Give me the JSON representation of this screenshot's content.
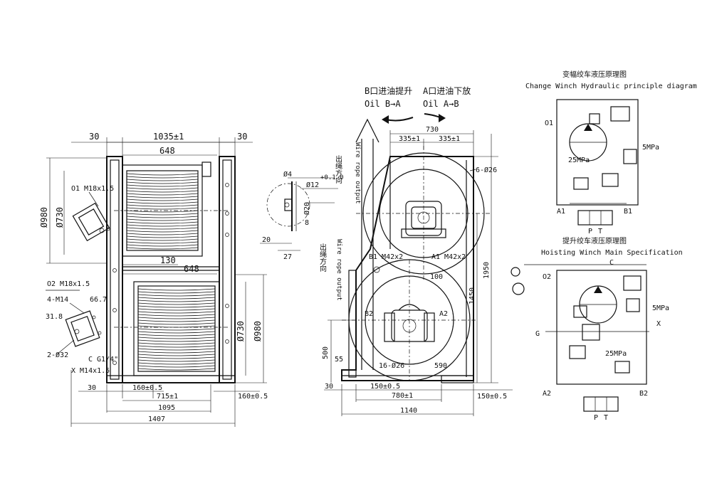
{
  "left_view": {
    "dim_top_width": "1035±1",
    "dim_side_left": "30",
    "dim_side_right": "30",
    "drum_width_top": "648",
    "drum_width_bottom": "648",
    "offset_130": "130",
    "dia_980_top": "Ø980",
    "dia_730_top": "Ø730",
    "dia_730_bottom": "Ø730",
    "dia_980_bottom": "Ø980",
    "port_o1": "O1 M18x1.5",
    "port_o2": "O2 M18x1.5",
    "bolt_4m14": "4-M14",
    "dim_66_7": "66.7",
    "dim_31_8": "31.8",
    "holes_2_32": "2-Ø32",
    "port_c": "C G1/4\"",
    "port_x": "X M14x1.5",
    "base_30": "30",
    "base_160_left": "160±0.5",
    "base_715": "715±1",
    "base_1095": "1095",
    "base_1407": "1407",
    "base_160_right": "160±0.5"
  },
  "detail_view": {
    "phi4": "Ø4",
    "phi12": "Ø12",
    "tol_12": "+0.1 0",
    "phi20": "Ø20",
    "d8": "8",
    "d20": "20",
    "d27": "27"
  },
  "side_view": {
    "arrow_b_cn": "B口进油提升",
    "arrow_b_en": "Oil B→A",
    "arrow_a_cn": "A口进油下放",
    "arrow_a_en": "Oil A→B",
    "rope_top_cn": "出绳方向",
    "rope_top_en": "Wire rope output",
    "rope_mid_cn": "出绳方向",
    "rope_mid_en": "Wire rope output",
    "dim_730": "730",
    "dim_335_left": "335±1",
    "dim_335_right": "335±1",
    "holes_6_26": "6-Ø26",
    "port_b1": "B1 M42x2",
    "port_a1": "A1 M42x2",
    "dim_100": "100",
    "port_b2": "B2",
    "port_a2": "A2",
    "dim_1950": "1950",
    "dim_1450": "1450",
    "dim_500": "500",
    "dim_55": "55",
    "holes_16_26": "16-Ø26",
    "dim_590": "590",
    "dim_30": "30",
    "dim_150_left": "150±0.5",
    "dim_780": "780±1",
    "dim_150_right": "150±0.5",
    "dim_1140": "1140"
  },
  "hydraulic_top": {
    "title_cn": "变幅绞车液压原理图",
    "title_en": "Change Winch Hydraulic principle diagram",
    "port_o1": "O1",
    "pressure_5": "5MPa",
    "pressure_25": "25MPa",
    "port_a1": "A1",
    "port_b1": "B1",
    "port_p": "P",
    "port_t": "T"
  },
  "hydraulic_bottom": {
    "title_cn": "提升绞车液压原理图",
    "title_en": "Hoisting Winch Main Specification",
    "port_c": "C",
    "port_o2": "O2",
    "pressure_5": "5MPa",
    "port_g": "G",
    "port_x": "X",
    "pressure_25": "25MPa",
    "port_a2": "A2",
    "port_b2": "B2",
    "port_p": "P",
    "port_t": "T"
  }
}
